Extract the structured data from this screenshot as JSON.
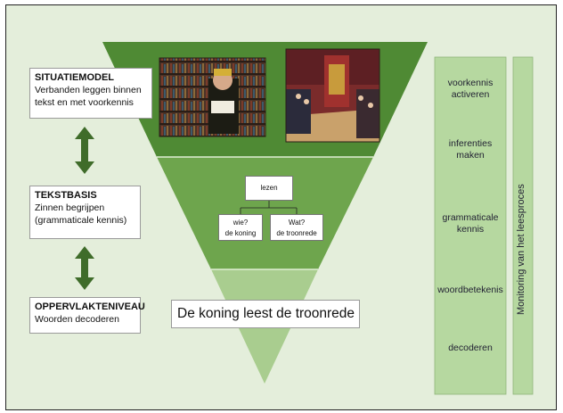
{
  "levels": [
    {
      "title": "SITUATIEMODEL",
      "lines": [
        "Verbanden leggen binnen",
        "tekst en met voorkennis"
      ]
    },
    {
      "title": "TEKSTBASIS",
      "lines": [
        "Zinnen begrijpen",
        "(grammaticale kennis)"
      ]
    },
    {
      "title": "OPPERVLAKTENIVEAU",
      "lines": [
        "Woorden decoderen"
      ]
    }
  ],
  "tree": {
    "root": "lezen",
    "left": {
      "question": "wie?",
      "answer": "de koning"
    },
    "right": {
      "question": "Wat?",
      "answer": "de troonrede"
    }
  },
  "sentence": "De koning leest de troonrede",
  "processes": [
    [
      "voorkennis",
      "activeren"
    ],
    [
      "inferenties",
      "maken"
    ],
    [
      "grammaticale",
      "kennis"
    ],
    [
      "woordbetekenis"
    ],
    [
      "decoderen"
    ]
  ],
  "monitoring": "Monitoring van het leesproces",
  "colors": {
    "background": "#e4eedb",
    "triangle_top": "#4f8a34",
    "triangle_middle": "#6ea54d",
    "triangle_bottom": "#a9cd8f",
    "arrow": "#3f6c2a",
    "column": "#b6d8a0"
  },
  "photos": [
    {
      "name": "king-reading-photo"
    },
    {
      "name": "throne-speech-hall-photo"
    }
  ]
}
